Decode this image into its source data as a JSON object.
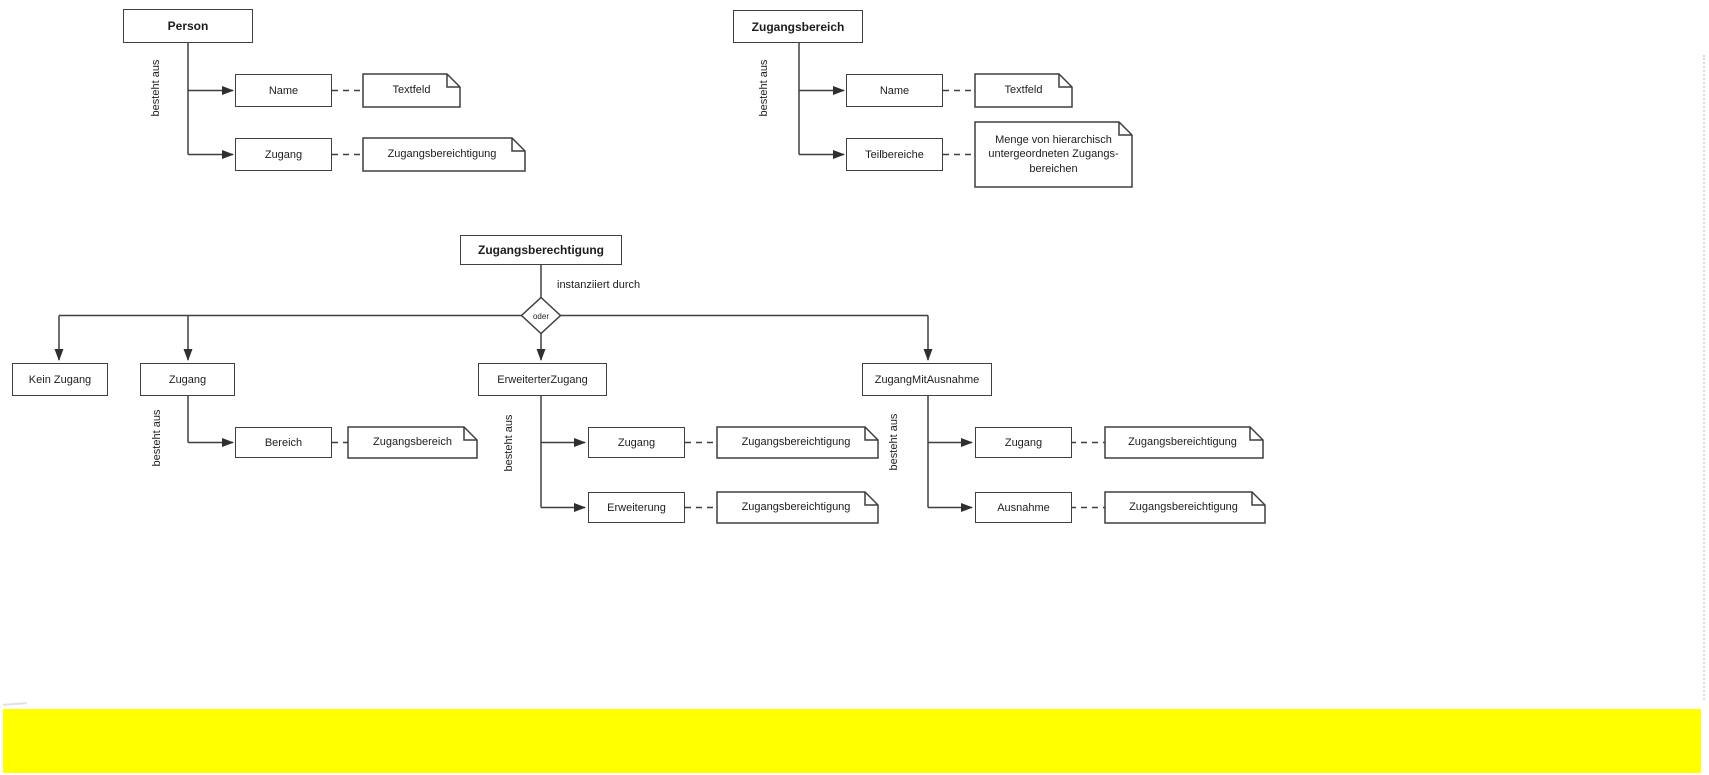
{
  "colors": {
    "line": "#3f3f3f",
    "text": "#1d1d1d",
    "background": "#ffffff",
    "highlight": "#ffff00"
  },
  "shared": {
    "besteht_aus": "besteht aus"
  },
  "person": {
    "title": "Person",
    "fields": [
      {
        "label": "Name",
        "note": "Textfeld"
      },
      {
        "label": "Zugang",
        "note": "Zugangsbereichtigung"
      }
    ]
  },
  "zugangsbereich": {
    "title": "Zugangsbereich",
    "fields": [
      {
        "label": "Name",
        "note": "Textfeld"
      },
      {
        "label": "Teilbereiche",
        "note": "Menge von hierarchisch\nuntergeordneten Zugangs-\nbereichen"
      }
    ]
  },
  "main": {
    "title": "Zugangsberechtigung",
    "relation": "instanziiert durch",
    "choice": "oder",
    "options": [
      {
        "label": "Kein Zugang"
      },
      {
        "label": "Zugang"
      },
      {
        "label": "ErweiterterZugang"
      },
      {
        "label": "ZugangMitAusnahme"
      }
    ]
  },
  "zugang_detail": {
    "fields": [
      {
        "label": "Bereich",
        "note": "Zugangsbereich"
      }
    ]
  },
  "erweitert_detail": {
    "fields": [
      {
        "label": "Zugang",
        "note": "Zugangsbereichtigung"
      },
      {
        "label": "Erweiterung",
        "note": "Zugangsbereichtigung"
      }
    ]
  },
  "ausnahme_detail": {
    "fields": [
      {
        "label": "Zugang",
        "note": "Zugangsbereichtigung"
      },
      {
        "label": "Ausnahme",
        "note": "Zugangsbereichtigung"
      }
    ]
  }
}
